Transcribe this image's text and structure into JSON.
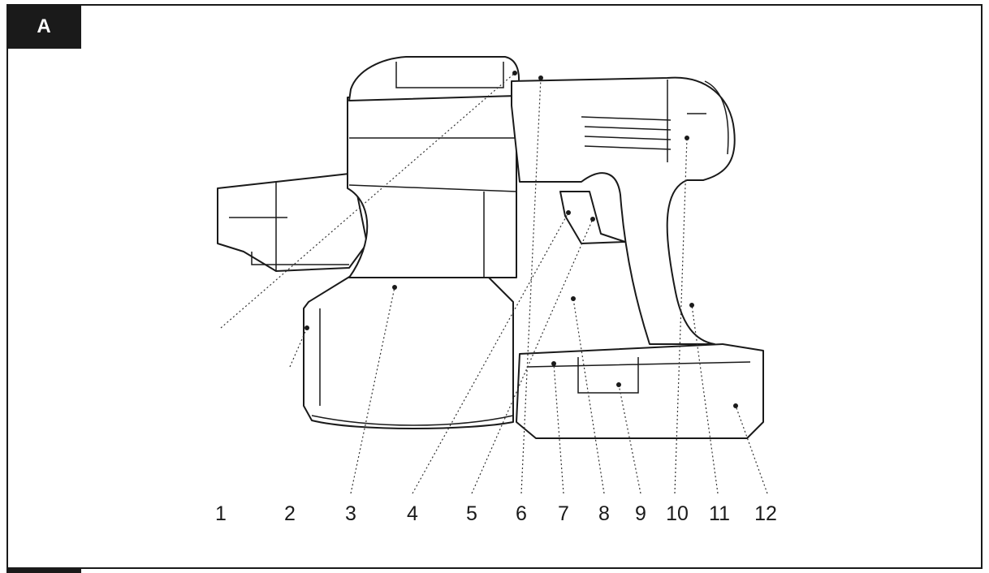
{
  "panel": {
    "label": "A"
  },
  "callouts": [
    "1",
    "2",
    "3",
    "4",
    "5",
    "6",
    "7",
    "8",
    "9",
    "10",
    "11",
    "12"
  ],
  "colors": {
    "ink": "#1a1a1a",
    "paper": "#ffffff"
  }
}
